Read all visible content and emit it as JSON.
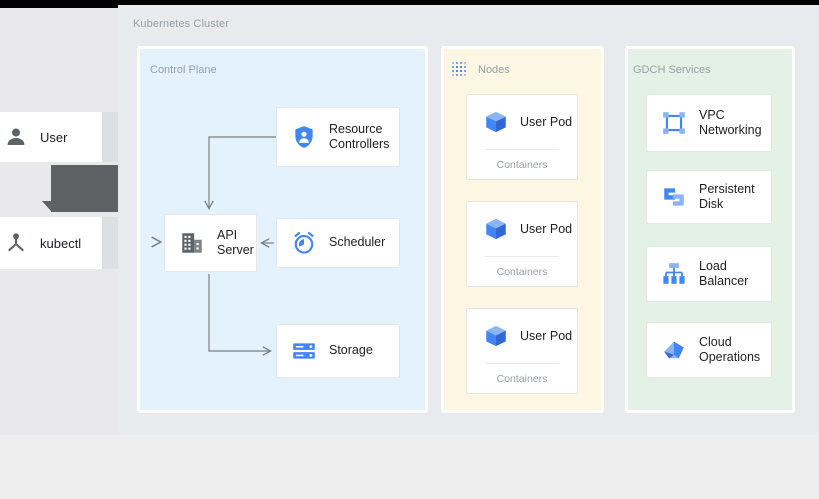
{
  "cluster": {
    "title": "Kubernetes Cluster"
  },
  "left_actors": [
    {
      "label": "User",
      "icon": "user-icon"
    },
    {
      "label": "kubectl",
      "icon": "kubectl-node-icon"
    }
  ],
  "panels": {
    "control_plane": {
      "label": "Control Plane",
      "color": "#e3f2fd",
      "components": [
        {
          "label": "Resource\nControllers",
          "icon": "shield-person-icon"
        },
        {
          "label": "API\nServer",
          "icon": "building-server-icon"
        },
        {
          "label": "Scheduler",
          "icon": "alarm-clock-icon"
        },
        {
          "label": "Storage",
          "icon": "storage-stack-icon"
        }
      ]
    },
    "nodes": {
      "label": "Nodes",
      "color": "#fdf6e3",
      "icon": "dotted-grid-icon",
      "pods": [
        {
          "label": "User Pod",
          "sublabel": "Containers",
          "icon": "cube-icon"
        },
        {
          "label": "User Pod",
          "sublabel": "Containers",
          "icon": "cube-icon"
        },
        {
          "label": "User Pod",
          "sublabel": "Containers",
          "icon": "cube-icon"
        }
      ]
    },
    "gdch_services": {
      "label": "GDCH Services",
      "color": "#e3f1e6",
      "services": [
        {
          "label": "VPC\nNetworking",
          "icon": "vpc-network-icon"
        },
        {
          "label": "Persistent\nDisk",
          "icon": "persistent-disk-icon"
        },
        {
          "label": "Load\nBalancer",
          "icon": "load-balancer-icon"
        },
        {
          "label": "Cloud\nOperations",
          "icon": "cloud-operations-icon"
        }
      ]
    }
  },
  "connections": [
    {
      "from": "kubectl",
      "to": "API Server",
      "direction": "right"
    },
    {
      "from": "Resource Controllers",
      "to": "API Server",
      "direction": "down"
    },
    {
      "from": "Scheduler",
      "to": "API Server",
      "direction": "left"
    },
    {
      "from": "API Server",
      "to": "Storage",
      "direction": "right"
    }
  ],
  "colors": {
    "page_background": "#eeeeee",
    "cluster_background": "#e8eaed",
    "left_background": "#e9e8eb",
    "control_plane": "#e3f2fd",
    "nodes": "#fdf6e3",
    "gdch": "#e3f1e6",
    "accent_blue": "#4285f4",
    "icon_gray": "#5f6368",
    "label_gray": "#9aa0a6",
    "overlay_dark": "#5f6164"
  }
}
